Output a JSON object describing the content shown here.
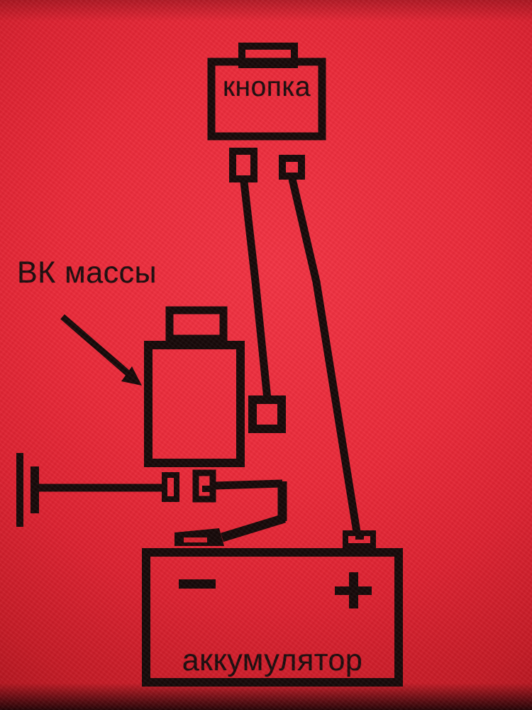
{
  "diagram": {
    "labels": {
      "button": "кнопка",
      "ground_switch": "ВК массы",
      "battery": "аккумулятор"
    },
    "battery": {
      "negative_symbol": "−",
      "positive_symbol": "+"
    },
    "icons": {
      "ground": "ground-symbol",
      "battery_negative": "minus-symbol",
      "battery_positive": "plus-symbol",
      "pointer": "arrow-icon"
    },
    "colors": {
      "background_center": "#f23343",
      "background_edge": "#930d16",
      "ink": "#150808",
      "label_text": "#1b0c0d"
    }
  }
}
